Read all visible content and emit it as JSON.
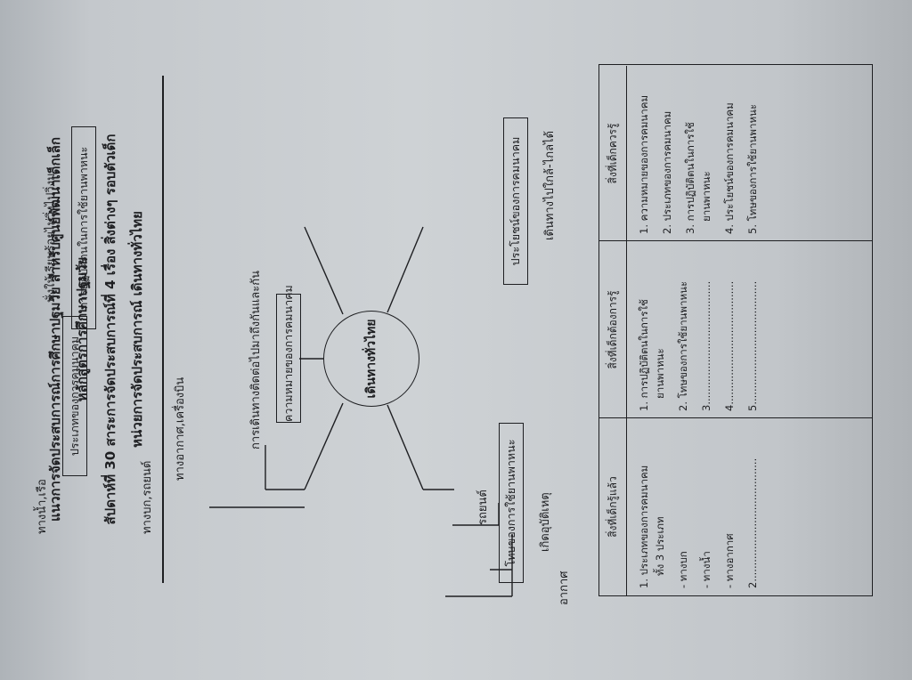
{
  "header": {
    "line1": "แนวการจัดประสบการณ์การศึกษาปฐมวัย สำหรับศูนย์พัฒนาเด็กเล็ก",
    "line2": "หลักสูตรการศึกษาปฐมวัย",
    "line3": "สัปดาห์ที่ 30 สาระการจัดประสบการณ์ที่ 4 เรื่อง สิ่งต่างๆ รอบตัวเด็ก",
    "line4": "หน่วยการจัดประสบการณ์ เดินทางทั่วไทย"
  },
  "web": {
    "center": "เดินทางทั่วไทย",
    "meaning_box": "ความหมายของการคมนาคม",
    "meaning_note": "การเดินทางติดต่อไปมาถึงกันและกัน",
    "types_box": "ประเภทของการคมนาคม",
    "types_land": "ทางบก,รถยนต์",
    "types_water": "ทางน้ำ,เรือ",
    "types_air": "ทางอากาศ,เครื่องบิน",
    "practice_box": "การปฏิบัติตนในการใช้ยานพาหนะ",
    "practice_note": "นั่งให้เรียบร้อยไม่วิ่งไปวิ่งมา",
    "benefit_box": "ประโยชน์ของการคมนาคม",
    "benefit_note": "เดินทางไปใกล้-ไกลได้",
    "danger_box": "โทษของการใช้ยานพาหนะ",
    "danger_accident": "เกิดอุบัติเหตุ",
    "danger_air": "อากาศ",
    "danger_car": "รถยนต์"
  },
  "table": {
    "head_known": "สิ่งที่เด็กรู้แล้ว",
    "head_want": "สิ่งที่เด็กต้องการรู้",
    "head_should": "สิ่งที่เด็กควรรู้",
    "known_lines": [
      "1. ประเภทของการคมนาคม",
      "ทั้ง 3 ประเภท",
      "-  ทางบก",
      "-  ทางน้ำ",
      "-  ทางอากาศ",
      "2......................................"
    ],
    "want_lines": [
      "1. การปฏิบัติตนในการใช้",
      "ยานพาหนะ",
      "2. โทษของการใช้ยานพาหนะ",
      "3......................................",
      "4......................................",
      "5......................................"
    ],
    "should_lines": [
      "1. ความหมายของการคมนาคม",
      "2. ประเภทของการคมนาคม",
      "3. การปฏิบัติตนในการใช้",
      "ยานพาหนะ",
      "4. ประโยชน์ของการคมนาคม",
      "5. โทษของการใช้ยานพาหนะ"
    ]
  }
}
